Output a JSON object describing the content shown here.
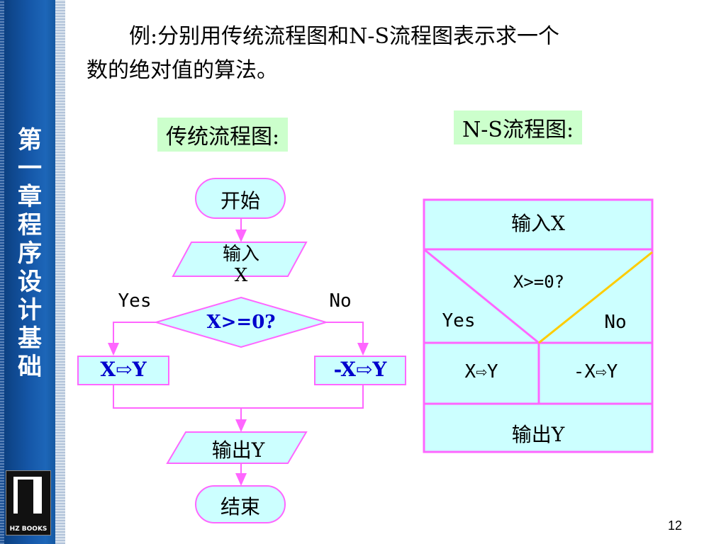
{
  "sidebar": {
    "chapter_text": "第一章 程序设计基础",
    "logo_text": "HZ BOOKS"
  },
  "title": {
    "line1": "例:分别用传统流程图和N-S流程图表示求一个",
    "line2": "数的绝对值的算法。"
  },
  "traditional": {
    "label": "传统流程图:",
    "start": "开始",
    "input": "输入X",
    "condition": "X>=0?",
    "yes": "Yes",
    "no": "No",
    "left_op": "X⇨Y",
    "right_op": "-X⇨Y",
    "output": "输出Y",
    "end": "结束"
  },
  "ns": {
    "label": "N-S流程图:",
    "input": "输入X",
    "condition": "X>=0?",
    "yes": "Yes",
    "no": "No",
    "left_op": "X⇨Y",
    "right_op": "-X⇨Y",
    "output": "输出Y"
  },
  "page_number": "12",
  "colors": {
    "sidebar": "#1557a8",
    "shape_fill": "#ccffff",
    "shape_stroke": "#ff66ff",
    "label_bg": "#ccffcc",
    "diagonal_yellow": "#ffcc00",
    "text_blue": "#0000cc"
  }
}
